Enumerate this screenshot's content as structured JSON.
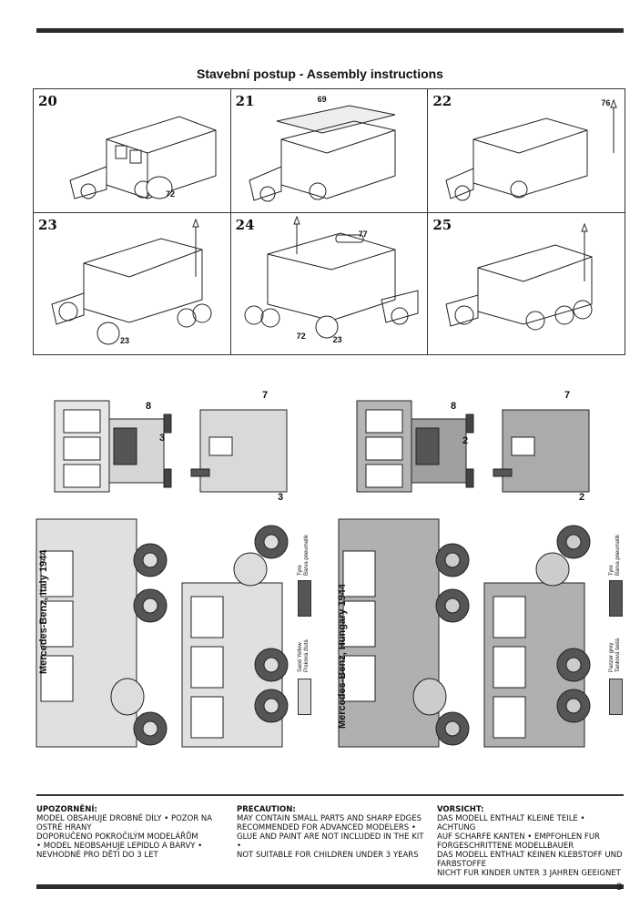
{
  "header": {
    "title": "Stavební postup - Assembly instructions"
  },
  "steps": [
    {
      "number": "20",
      "parts": [
        "72"
      ]
    },
    {
      "number": "21",
      "parts": [
        "69"
      ]
    },
    {
      "number": "22",
      "parts": [
        "76"
      ]
    },
    {
      "number": "23",
      "parts": [
        "23"
      ]
    },
    {
      "number": "24",
      "parts": [
        "77",
        "72",
        "23"
      ]
    },
    {
      "number": "25",
      "parts": []
    }
  ],
  "painting": {
    "left": {
      "version": "Mercedes-Benz, Italy 1944",
      "callouts": [
        "8",
        "3",
        "7",
        "3"
      ],
      "swatches": [
        {
          "label_en": "Tyre",
          "label_cz": "Barva pneumatik",
          "color": "#555555"
        },
        {
          "label_en": "Sand Yellow",
          "label_cz": "Písková žlutá",
          "color": "#d9d9d9"
        }
      ]
    },
    "right": {
      "version": "Mercedes-Benz, Hungary 1944",
      "callouts": [
        "8",
        "2",
        "7",
        "2"
      ],
      "swatches": [
        {
          "label_en": "Tyre",
          "label_cz": "Barva pneumatik",
          "color": "#555555"
        },
        {
          "label_en": "Panzer grey",
          "label_cz": "Tanková šedá",
          "color": "#a8a8a8"
        }
      ]
    }
  },
  "warnings": {
    "cz": {
      "title": "UPOZORNĚNÍ:",
      "lines": [
        "MODEL OBSAHUJE DROBNÉ DÍLY • POZOR NA",
        "OSTRÉ HRANY",
        "DOPORUČENO POKROČILÝM MODELÁŘŮM",
        "• MODEL NEOBSAHUJE LEPIDLO A BARVY •",
        "NEVHODNÉ PRO DĚTI DO 3 LET"
      ]
    },
    "en": {
      "title": "PRECAUTION:",
      "lines": [
        "MAY CONTAIN SMALL PARTS AND SHARP EDGES",
        "RECOMMENDED FOR ADVANCED MODELERS •",
        "GLUE AND PAINT ARE NOT INCLUDED IN THE KIT •",
        "NOT SUITABLE FOR CHILDREN UNDER 3 YEARS"
      ]
    },
    "de": {
      "title": "VORSICHT:",
      "lines": [
        "DAS MODELL ENTHALT KLEINE TEILE • ACHTUNG",
        "AUF SCHARFE KANTEN • EMPFOHLEN FUR",
        "FORGESCHRITTENE MODELLBAUER",
        "DAS MODELL ENTHALT KEINEN KLEBSTOFF UND",
        "FARBSTOFFE",
        "NICHT FUR KINDER UNTER 3 JAHREN GEEIGNET"
      ]
    }
  },
  "footer": {
    "page": "3"
  }
}
